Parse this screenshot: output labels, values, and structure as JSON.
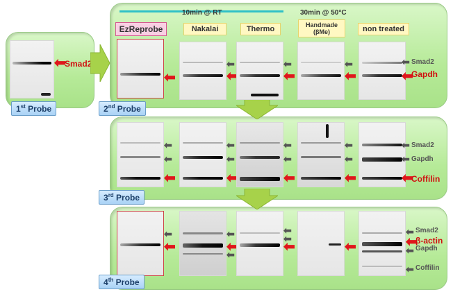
{
  "conditions": {
    "rt": "10min @ RT",
    "hot": "30min @ 50°C"
  },
  "reagents": [
    "EzReprobe",
    "Nakalai",
    "Thermo",
    "Handmade\n(βMe)",
    "non treated"
  ],
  "probes": [
    {
      "num": "1",
      "suffix": "st",
      "text": " Probe"
    },
    {
      "num": "2",
      "suffix": "nd",
      "text": " Probe"
    },
    {
      "num": "3",
      "suffix": "rd",
      "text": " Probe"
    },
    {
      "num": "4",
      "suffix": "th",
      "text": " Probe"
    }
  ],
  "labels": {
    "p1": "Smad2",
    "p2": [
      "Smad2",
      "Gapdh"
    ],
    "p3": [
      "Smad2",
      "Gapdh",
      "Coffilin"
    ],
    "p4": [
      "Smad2",
      "β-actin",
      "Gapdh",
      "Coffilin"
    ]
  },
  "colors": {
    "target": "#e0161b",
    "prior": "#555555",
    "panel": "#b6ea98"
  }
}
